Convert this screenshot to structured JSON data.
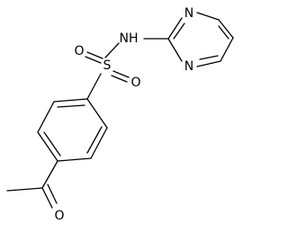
{
  "molecule": {
    "atoms": {
      "N1": "N",
      "N2": "N",
      "NH": "NH",
      "S": "S",
      "O1": "O",
      "O2": "O",
      "O3": "O"
    }
  },
  "colors": {
    "ink": "#000000",
    "background": "#ffffff"
  }
}
